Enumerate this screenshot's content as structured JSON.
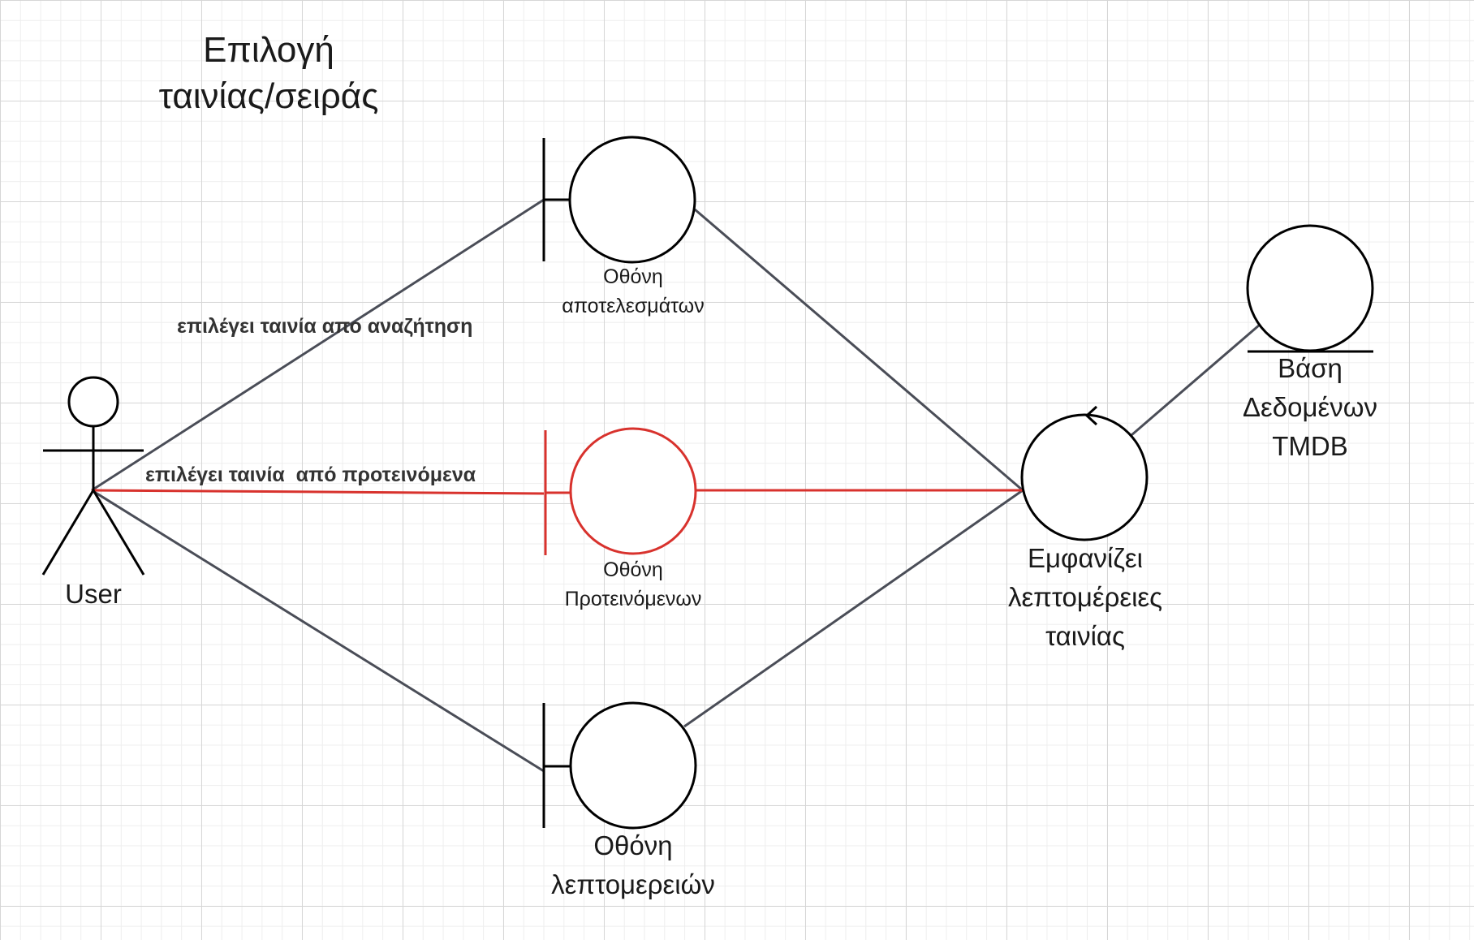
{
  "title": "Επιλογή\nταινίας/σειράς",
  "actor": {
    "label": "User"
  },
  "boundaries": [
    {
      "label": "Οθόνη\nαποτελεσμάτων",
      "highlight": false
    },
    {
      "label": "Οθόνη\nΠροτεινόμενων",
      "highlight": true
    },
    {
      "label": "Οθόνη\nλεπτομερειών",
      "highlight": false
    }
  ],
  "control": {
    "label": "Εμφανίζει\nλεπτομέρειες\nταινίας"
  },
  "entity": {
    "label": "Βάση\nΔεδομένων\nTMDB"
  },
  "messages": [
    {
      "label": "επιλέγει ταινία απο αναζήτηση"
    },
    {
      "label": "επιλέγει ταινία  από προτεινόμενα"
    }
  ],
  "colors": {
    "stroke": "#000000",
    "link": "#4a4d57",
    "highlight": "#d8322d"
  }
}
